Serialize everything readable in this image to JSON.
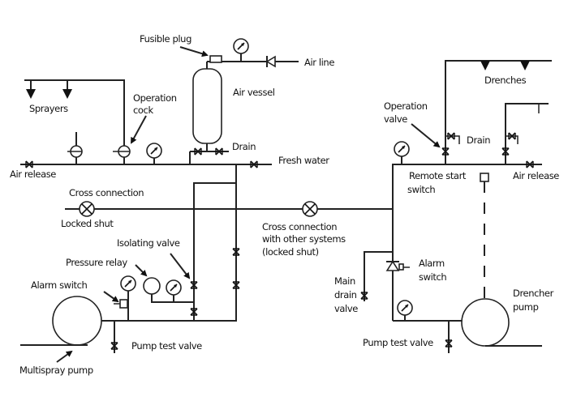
{
  "diagram": {
    "title": "Sprinkler and drencher system schematic",
    "labels": {
      "fusible_plug": "Fusible plug",
      "air_line": "Air line",
      "air_vessel": "Air vessel",
      "sprayers": "Sprayers",
      "operation_cock_1": "Operation",
      "operation_cock_2": "cock",
      "drain_left": "Drain",
      "fresh_water": "Fresh water",
      "air_release_left": "Air release",
      "cross_connection": "Cross connection",
      "locked_shut": "Locked shut",
      "isolating_valve": "Isolating valve",
      "pressure_relay": "Pressure relay",
      "alarm_switch_left": "Alarm switch",
      "pump_test_valve_left": "Pump test valve",
      "multispray_pump": "Multispray pump",
      "cross_other_1": "Cross connection",
      "cross_other_2": "with other systems",
      "cross_other_3": "(locked shut)",
      "drenches": "Drenches",
      "operation_valve_1": "Operation",
      "operation_valve_2": "valve",
      "drain_right": "Drain",
      "remote_start_1": "Remote start",
      "remote_start_2": "switch",
      "air_release_right": "Air release",
      "alarm_switch_right_1": "Alarm",
      "alarm_switch_right_2": "switch",
      "main_drain_1": "Main",
      "main_drain_2": "drain",
      "main_drain_3": "valve",
      "pump_test_valve_right": "Pump test valve",
      "drencher_pump_1": "Drencher",
      "drencher_pump_2": "pump"
    }
  }
}
